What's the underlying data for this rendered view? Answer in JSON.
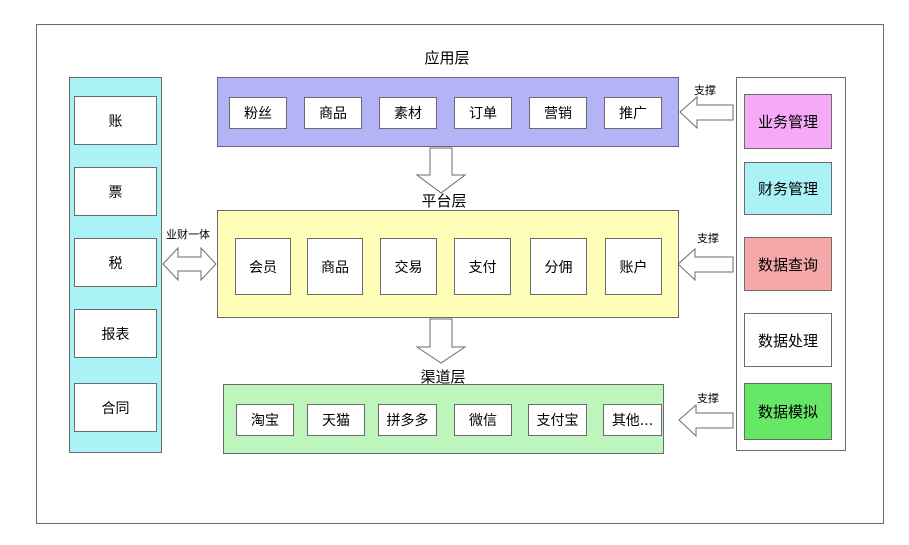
{
  "layers": {
    "app": {
      "title": "应用层",
      "items": [
        "粉丝",
        "商品",
        "素材",
        "订单",
        "营销",
        "推广"
      ]
    },
    "platform": {
      "title": "平台层",
      "items": [
        "会员",
        "商品",
        "交易",
        "支付",
        "分佣",
        "账户"
      ]
    },
    "channel": {
      "title": "渠道层",
      "items": [
        "淘宝",
        "天猫",
        "拼多多",
        "微信",
        "支付宝",
        "其他..."
      ]
    }
  },
  "left_panel": {
    "items": [
      "账",
      "票",
      "税",
      "报表",
      "合同"
    ]
  },
  "right_panel": {
    "items": [
      {
        "label": "业务管理",
        "color": "#f6a9f6"
      },
      {
        "label": "财务管理",
        "color": "#aaf2f6"
      },
      {
        "label": "数据查询",
        "color": "#f6a8a8"
      },
      {
        "label": "数据处理",
        "color": "#ffffff"
      },
      {
        "label": "数据模拟",
        "color": "#66e866"
      }
    ]
  },
  "labels": {
    "integration": "业财一体",
    "support_1": "支撑",
    "support_2": "支撑",
    "support_3": "支撑"
  },
  "colors": {
    "app_panel": "#b3b3f5",
    "platform_panel": "#fefeb8",
    "channel_panel": "#bdf5bd",
    "left_panel": "#aaf2f6"
  }
}
